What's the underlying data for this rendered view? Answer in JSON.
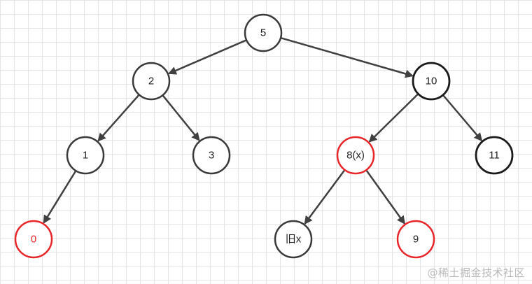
{
  "colors": {
    "black_node": "#3a3a3a",
    "black_node_strong": "#1a1a1a",
    "red_node": "#e8262a",
    "edge": "#404040"
  },
  "nodes": [
    {
      "id": "n5",
      "label": "5",
      "color": "black"
    },
    {
      "id": "n2",
      "label": "2",
      "color": "black"
    },
    {
      "id": "n10",
      "label": "10",
      "color": "black"
    },
    {
      "id": "n1",
      "label": "1",
      "color": "black"
    },
    {
      "id": "n3",
      "label": "3",
      "color": "black"
    },
    {
      "id": "n8",
      "label": "8(x)",
      "color": "red"
    },
    {
      "id": "n11",
      "label": "11",
      "color": "black"
    },
    {
      "id": "n0",
      "label": "0",
      "color": "red"
    },
    {
      "id": "nold",
      "label": "旧x",
      "color": "black"
    },
    {
      "id": "n9",
      "label": "9",
      "color": "red"
    }
  ],
  "edges": [
    {
      "from": "n5",
      "to": "n2"
    },
    {
      "from": "n5",
      "to": "n10"
    },
    {
      "from": "n2",
      "to": "n1"
    },
    {
      "from": "n2",
      "to": "n3"
    },
    {
      "from": "n10",
      "to": "n8"
    },
    {
      "from": "n10",
      "to": "n11"
    },
    {
      "from": "n1",
      "to": "n0"
    },
    {
      "from": "n8",
      "to": "nold"
    },
    {
      "from": "n8",
      "to": "n9"
    }
  ],
  "watermark": "@稀土掘金技术社区"
}
